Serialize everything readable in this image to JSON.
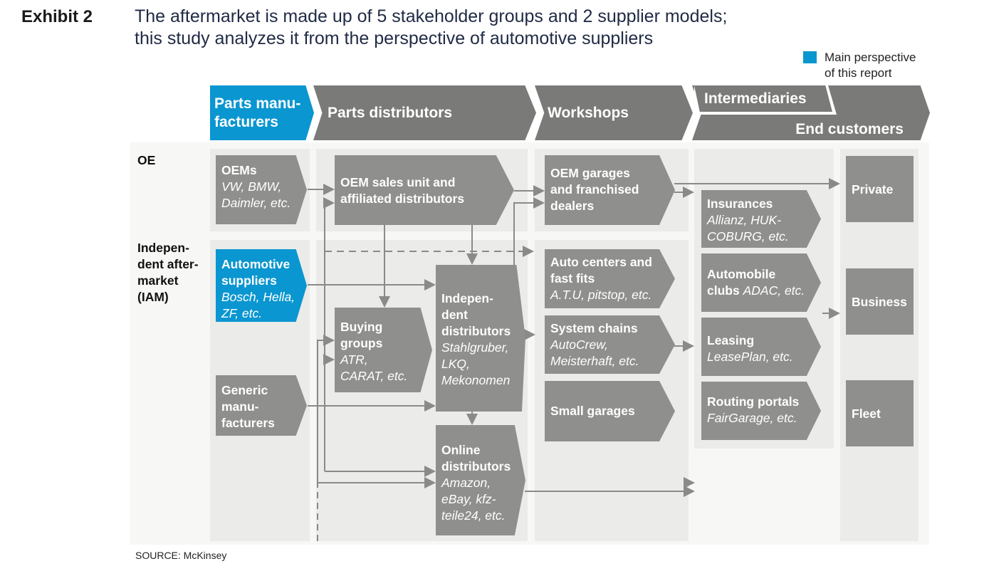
{
  "exhibit_label": "Exhibit 2",
  "title_line1": "The aftermarket is made up of 5 stakeholder groups and 2 supplier models;",
  "title_line2": "this study analyzes it from the perspective of automotive suppliers",
  "legend": {
    "line1": "Main perspective",
    "line2": "of this report",
    "color": "#0a96d0"
  },
  "headers": {
    "parts_manufacturers_1": "Parts manu-",
    "parts_manufacturers_2": "facturers",
    "parts_distributors": "Parts distributors",
    "workshops": "Workshops",
    "intermediaries": "Intermediaries",
    "end_customers": "End customers"
  },
  "row_labels": {
    "oe": "OE",
    "iam_1": "Indepen-",
    "iam_2": "dent after-",
    "iam_3": "market",
    "iam_4": "(IAM)"
  },
  "boxes": {
    "oems": {
      "title": "OEMs",
      "sub1": "VW, BMW,",
      "sub2": "Daimler, etc."
    },
    "automotive_suppliers": {
      "title1": "Automotive",
      "title2": "suppliers",
      "sub1": "Bosch, Hella,",
      "sub2": "ZF, etc."
    },
    "generic": {
      "t1": "Generic",
      "t2": "manu-",
      "t3": "facturers"
    },
    "oem_sales": {
      "t1": "OEM sales unit and",
      "t2": "affiliated distributors"
    },
    "buying_groups": {
      "t1": "Buying",
      "t2": "groups",
      "s1": "ATR,",
      "s2": "CARAT, etc."
    },
    "independent": {
      "t1": "Indepen-",
      "t2": "dent",
      "t3": "distributors",
      "s1": "Stahlgruber,",
      "s2": "LKQ,",
      "s3": "Mekonomen"
    },
    "online": {
      "t1": "Online",
      "t2": "distributors",
      "s1": "Amazon,",
      "s2": "eBay, kfz-",
      "s3": "teile24, etc."
    },
    "oem_garages": {
      "t1": "OEM garages",
      "t2": "and franchised",
      "t3": "dealers"
    },
    "auto_centers": {
      "t1": "Auto centers and",
      "t2": "fast fits",
      "s1": "A.T.U, pitstop, etc."
    },
    "system_chains": {
      "t1": "System chains",
      "s1": "AutoCrew,",
      "s2": "Meisterhaft, etc."
    },
    "small_garages": {
      "t1": "Small garages"
    },
    "insurances": {
      "t1": "Insurances",
      "s1": "Allianz, HUK-",
      "s2": "COBURG, etc."
    },
    "auto_clubs": {
      "t1": "Automobile",
      "t2": "clubs",
      "s1": "ADAC, etc."
    },
    "leasing": {
      "t1": "Leasing",
      "s1": "LeasePlan, etc."
    },
    "routing": {
      "t1": "Routing portals",
      "s1": "FairGarage, etc."
    },
    "private": {
      "t1": "Private"
    },
    "business": {
      "t1": "Business"
    },
    "fleet": {
      "t1": "Fleet"
    }
  },
  "source": "SOURCE: McKinsey"
}
